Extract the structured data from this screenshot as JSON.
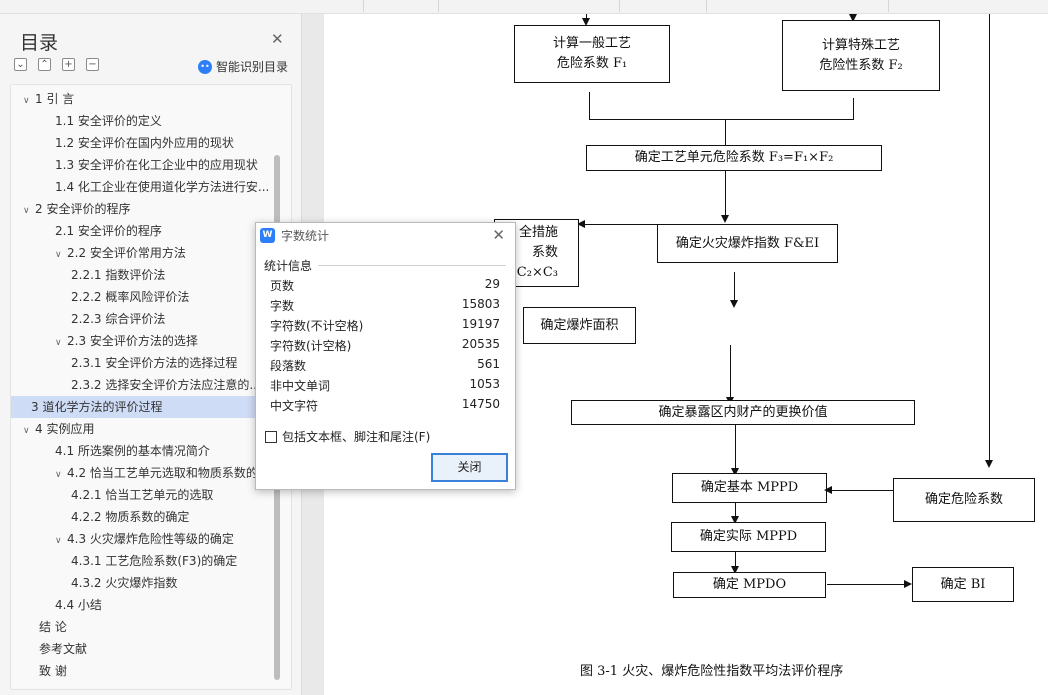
{
  "sidebar": {
    "title": "目录",
    "smart_label": "智能识别目录",
    "items": [
      {
        "label": "1    引  言",
        "level": 1
      },
      {
        "label": "1.1 安全评价的定义",
        "level": 2
      },
      {
        "label": "1.2 安全评价在国内外应用的现状",
        "level": 2
      },
      {
        "label": "1.3 安全评价在化工企业中的应用现状",
        "level": 2
      },
      {
        "label": "1.4 化工企业在使用道化学方法进行安...",
        "level": 2
      },
      {
        "label": "2     安全评价的程序",
        "level": 1
      },
      {
        "label": "2.1 安全评价的程序",
        "level": 2
      },
      {
        "label": "2.2 安全评价常用方法",
        "level": 2
      },
      {
        "label": "2.2.1  指数评价法",
        "level": 3
      },
      {
        "label": "2.2.2 概率风险评价法",
        "level": 3
      },
      {
        "label": "2.2.3 综合评价法",
        "level": 3
      },
      {
        "label": "2.3 安全评价方法的选择",
        "level": 2
      },
      {
        "label": "2.3.1 安全评价方法的选择过程",
        "level": 3
      },
      {
        "label": "2.3.2 选择安全评价方法应注意的...",
        "level": 3
      },
      {
        "label": "3     道化学方法的评价过程",
        "level": 1
      },
      {
        "label": "4     实例应用",
        "level": 1
      },
      {
        "label": "4.1 所选案例的基本情况简介",
        "level": 2
      },
      {
        "label": "4.2 恰当工艺单元选取和物质系数的确",
        "level": 2
      },
      {
        "label": "4.2.1 恰当工艺单元的选取",
        "level": 3
      },
      {
        "label": "4.2.2 物质系数的确定",
        "level": 3
      },
      {
        "label": "4.3 火灾爆炸危险性等级的确定",
        "level": 2
      },
      {
        "label": "4.3.1 工艺危险系数(F3)的确定",
        "level": 3
      },
      {
        "label": "4.3.2 火灾爆炸指数",
        "level": 3
      },
      {
        "label": "4.4 小结",
        "level": 2
      },
      {
        "label": "结  论",
        "level": 0
      },
      {
        "label": "参考文献",
        "level": 0
      },
      {
        "label": "致  谢",
        "level": 0
      }
    ]
  },
  "flow": {
    "box1_l1": "计算一般工艺",
    "box1_l2": "危险系数 F₁",
    "box2_l1": "计算特殊工艺",
    "box2_l2": "危险性系数 F₂",
    "box3": "确定工艺单元危险系数 F₃=F₁×F₂",
    "box4": "确定火灾爆炸指数 F&EI",
    "box5_l1": "全措施",
    "box5_l2": "系数",
    "box5_l3": "C₂×C₃",
    "box6": "确定爆炸面积",
    "box7": "确定暴露区内财产的更换价值",
    "box8": "确定基本 MPPD",
    "box9": "确定危险系数",
    "box10": "确定实际 MPPD",
    "box11": "确定 MPDO",
    "box12": "确定 BI",
    "caption": "图 3-1 火灾、爆炸危险性指数平均法评价程序"
  },
  "dialog": {
    "title": "字数统计",
    "section": "统计信息",
    "stats": [
      {
        "label": "页数",
        "value": "29"
      },
      {
        "label": "字数",
        "value": "15803"
      },
      {
        "label": "字符数(不计空格)",
        "value": "19197"
      },
      {
        "label": "字符数(计空格)",
        "value": "20535"
      },
      {
        "label": "段落数",
        "value": "561"
      },
      {
        "label": "非中文单词",
        "value": "1053"
      },
      {
        "label": "中文字符",
        "value": "14750"
      }
    ],
    "checkbox_label": "包括文本框、脚注和尾注(F)",
    "close_button": "关闭"
  }
}
